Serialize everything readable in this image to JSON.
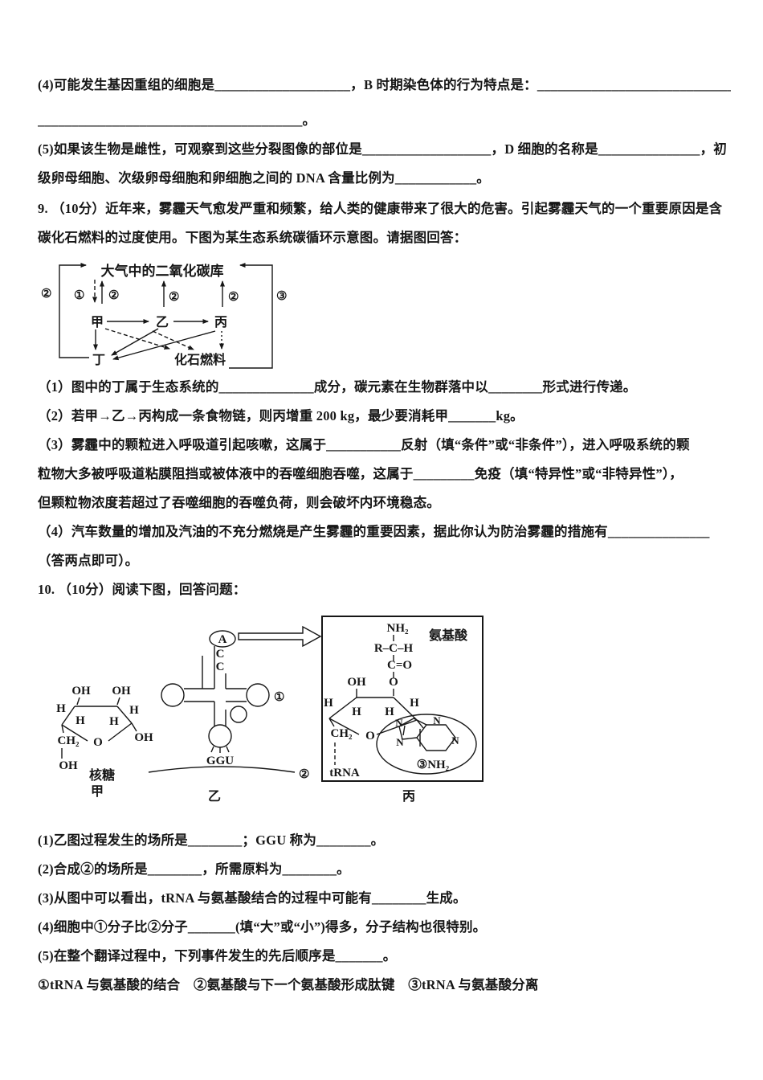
{
  "q8": {
    "l1": "(4)可能发生基因重组的细胞是____________________，B 时期染色体的行为特点是：______________________________",
    "l2": "_______________________________________。",
    "l3": "(5)如果该生物是雌性，可观察到这些分裂图像的部位是___________________，D 细胞的名称是_______________，初",
    "l4": "级卵母细胞、次级卵母细胞和卵细胞之间的 DNA 含量比例为____________。"
  },
  "q9": {
    "intro1": "9. （10分）近年来，雾霾天气愈发严重和频繁，给人类的健康带来了很大的危害。引起雾霾天气的一个重要原因是含",
    "intro2": "碳化石燃料的过度使用。下图为某生态系统碳循环示意图。请据图回答：",
    "q1": "（1）图中的丁属于生态系统的______________成分，碳元素在生物群落中以________形式进行传递。",
    "q2": "（2）若甲→乙→丙构成一条食物链，则丙增重 200 kg，最少要消耗甲_______kg。",
    "q3a": "（3）雾霾中的颗粒进入呼吸道引起咳嗽，这属于___________反射（填“条件”或“非条件”），进入呼吸系统的颗",
    "q3b": "粒物大多被呼吸道粘膜阻挡或被体液中的吞噬细胞吞噬，这属于_________免疫（填“特异性”或“非特异性”），",
    "q3c": "但颗粒物浓度若超过了吞噬细胞的吞噬负荷，则会破坏内环境稳态。",
    "q4a": "（4）汽车数量的增加及汽油的不充分燃烧是产生雾霾的重要因素，据此你认为防治雾霾的措施有_______________",
    "q4b": "（答两点即可）。"
  },
  "q10": {
    "intro": "10. （10分）阅读下图，回答问题：",
    "q1": "(1)乙图过程发生的场所是________；GGU 称为________。",
    "q2": "(2)合成②的场所是________，所需原料为________。",
    "q3": "(3)从图中可以看出，tRNA 与氨基酸结合的过程中可能有________生成。",
    "q4": "(4)细胞中①分子比②分子_______(填“大”或“小”)得多，分子结构也很特别。",
    "q5": "(5)在整个翻译过程中，下列事件发生的先后顺序是_______。",
    "order": "①tRNA 与氨基酸的结合　②氨基酸与下一个氨基酸形成肽键　③tRNA 与氨基酸分离"
  },
  "fig_carbon": {
    "pool": "大气中的二氧化碳库",
    "jia": "甲",
    "yi": "乙",
    "bing": "丙",
    "ding": "丁",
    "fossil": "化石燃料",
    "n1": "①",
    "n2": "②",
    "n3": "③"
  },
  "fig_trna": {
    "jia": "甲",
    "yi": "乙",
    "bing": "丙",
    "ribose": "核糖",
    "amino": "氨基酸",
    "a": "A",
    "c": "C",
    "ggu": "GGU",
    "trna": "tRNA",
    "n1": "①",
    "n2": "②",
    "n3nh2": "③NH₂",
    "nh2": "NH₂",
    "rch": "R–C–H",
    "co": "C=O",
    "o": "O",
    "oh": "OH",
    "h": "H",
    "ch2": "CH₂",
    "n": "N"
  }
}
